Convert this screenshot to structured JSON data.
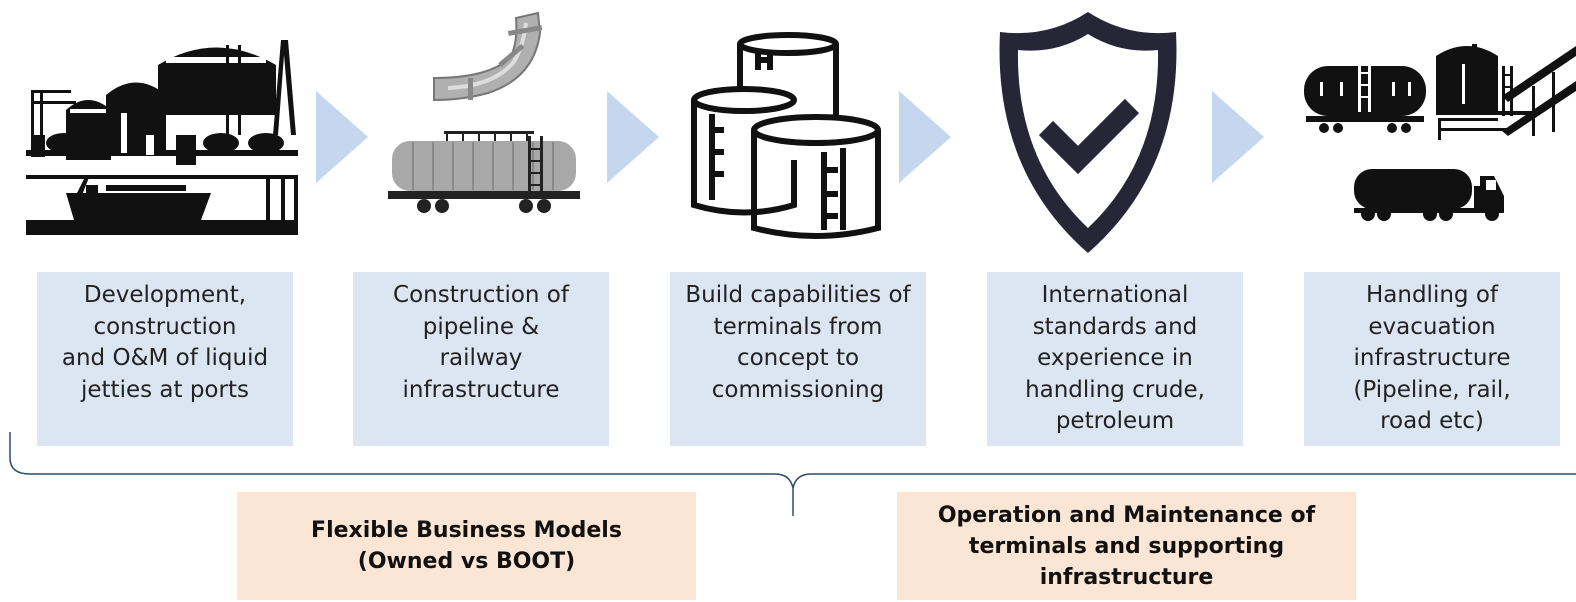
{
  "steps": [
    {
      "text": "Development,\nconstruction\nand O&M of liquid\njetties at ports",
      "icon": "industrial-port-terminal-icon"
    },
    {
      "text": "Construction of\npipeline &\nrailway\ninfrastructure",
      "icon": "pipeline-railcar-icon"
    },
    {
      "text": "Build capabilities of\nterminals from\nconcept to\ncommissioning",
      "icon": "storage-tanks-icon"
    },
    {
      "text": "International\nstandards and\nexperience in\nhandling crude,\npetroleum",
      "icon": "shield-check-icon"
    },
    {
      "text": "Handling of\nevacuation\ninfrastructure\n(Pipeline, rail,\nroad etc)",
      "icon": "rail-truck-pipeline-icon"
    }
  ],
  "bottom": {
    "left": "Flexible Business Models\n(Owned vs BOOT)",
    "right": "Operation and Maintenance of\nterminals and supporting\ninfrastructure"
  },
  "colors": {
    "step_box": "#dce6f2",
    "arrow": "#c5d6ee",
    "bottom_box": "#fbe6d6",
    "brace": "#2f4a6d",
    "shield": "#262637"
  }
}
